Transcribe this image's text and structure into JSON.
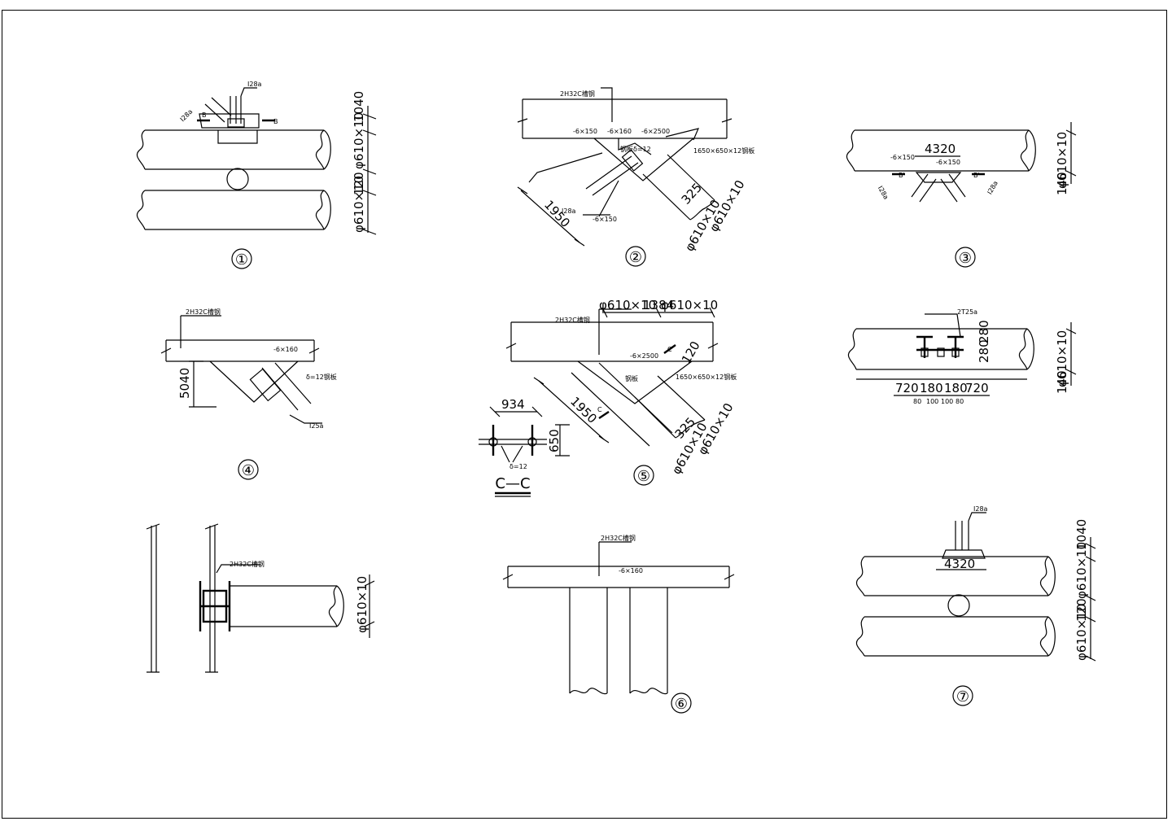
{
  "details": [
    {
      "number": "①",
      "texts": [
        "I28a",
        "I28a",
        "B",
        "B"
      ],
      "dims": [
        "φ610×10",
        "φ610×10",
        "1040",
        "120"
      ]
    },
    {
      "number": "②",
      "texts": [
        "2H32C槽钢",
        "-6×150",
        "-6×160",
        "-6×2500",
        "钢板δ=12",
        "1650×650×12钢板",
        "I28a",
        "-6×150"
      ],
      "dims": [
        "1950",
        "325",
        "φ610×10",
        "φ610×10"
      ]
    },
    {
      "number": "③",
      "texts": [
        "-6×150",
        "-6×150",
        "B'",
        "B'",
        "I28a",
        "I28a"
      ],
      "dims": [
        "4320",
        "φ610×10",
        "140"
      ]
    },
    {
      "number": "④",
      "texts": [
        "2H32C槽钢",
        "-6×160",
        "δ=12钢板",
        "I25a"
      ],
      "dims": [
        "5040"
      ]
    },
    {
      "number": "⑤",
      "texts": [
        "2H32C槽钢",
        "C",
        "-6×2500",
        "钢板",
        "1650×650×12钢板",
        "C"
      ],
      "dims": [
        "φ610×10",
        "φ610×10",
        "1384",
        "1950",
        "325",
        "φ610×10",
        "φ610×10",
        "120"
      ]
    },
    {
      "number": "C—C",
      "texts": [
        "δ=12"
      ],
      "dims": [
        "934",
        "650"
      ]
    },
    {
      "number": "",
      "texts": [
        "2T25a"
      ],
      "dims": [
        "280",
        "280",
        "720",
        "180",
        "180",
        "720",
        "80",
        "100",
        "100",
        "80",
        "φ610×10",
        "140"
      ]
    },
    {
      "number": "",
      "texts": [
        "2H32C槽钢"
      ],
      "dims": [
        "φ610×10"
      ]
    },
    {
      "number": "⑥",
      "texts": [
        "2H32C槽钢",
        "-6×160"
      ],
      "dims": []
    },
    {
      "number": "⑦",
      "texts": [
        "I28a"
      ],
      "dims": [
        "4320",
        "φ610×10",
        "φ610×10",
        "1040",
        "120"
      ]
    }
  ]
}
